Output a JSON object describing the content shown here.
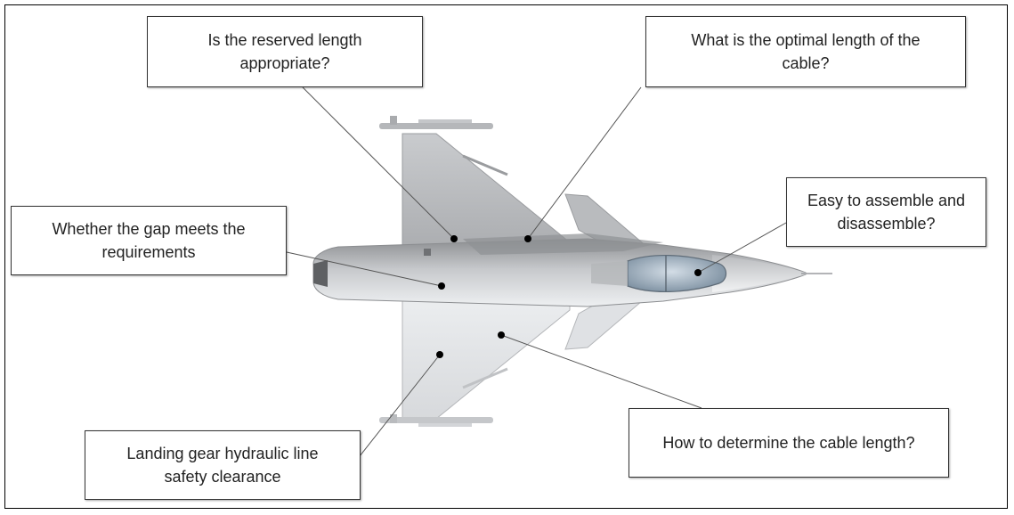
{
  "callouts": {
    "reserved_length": "Is the reserved length\nappropriate?",
    "optimal_length": "What is the optimal length of the\ncable?",
    "assemble": "Easy to assemble and\ndisassemble?",
    "gap": "Whether the gap meets the\nrequirements",
    "landing_gear": "Landing gear hydraulic line\nsafety clearance",
    "cable_length": "How to determine the cable length?"
  },
  "colors": {
    "fuselage_light": "#e4e6e8",
    "fuselage_dark": "#9a9c9f",
    "canopy": "#8fa2b3",
    "leader_line": "#555555"
  }
}
